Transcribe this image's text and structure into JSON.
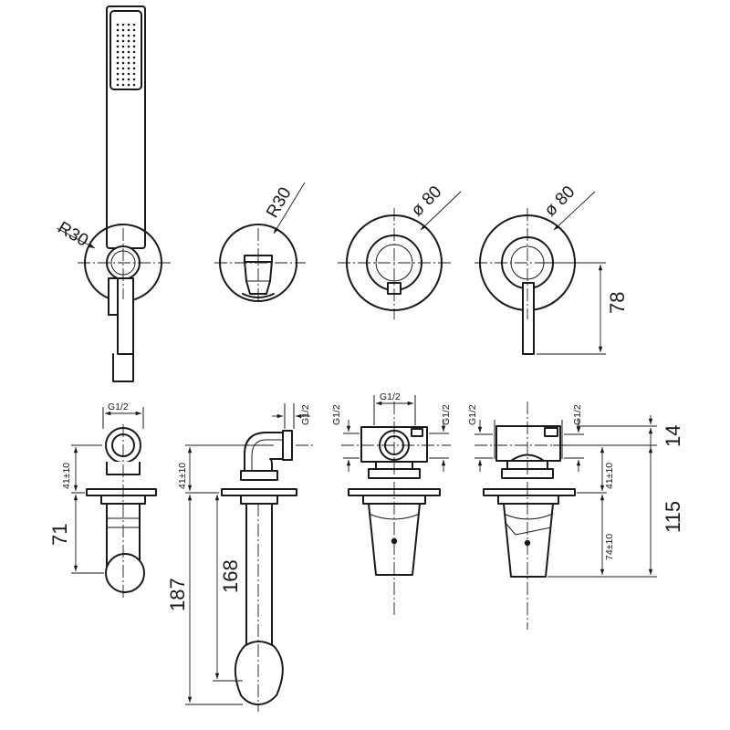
{
  "drawing": {
    "top_view": {
      "handshower_radius": "R30",
      "spout_radius": "R30",
      "diverter_diameter": "ø 80",
      "mixer_diameter": "ø 80",
      "mixer_lever_height": "78"
    },
    "side_view": {
      "handshower": {
        "thread": "G1/2",
        "install_depth": "41±10",
        "height": "71"
      },
      "spout": {
        "thread": "G1/2",
        "install_depth": "41±10",
        "height_total": "187",
        "height_spout": "168"
      },
      "diverter": {
        "thread_top": "G1/2",
        "thread_left": "G1/2",
        "thread_right": "G1/2"
      },
      "mixer": {
        "thread_left": "G1/2",
        "thread_right": "G1/2",
        "body_height": "14",
        "total_height": "115",
        "install_depth": "41±10",
        "lower_depth": "74±10"
      }
    }
  }
}
